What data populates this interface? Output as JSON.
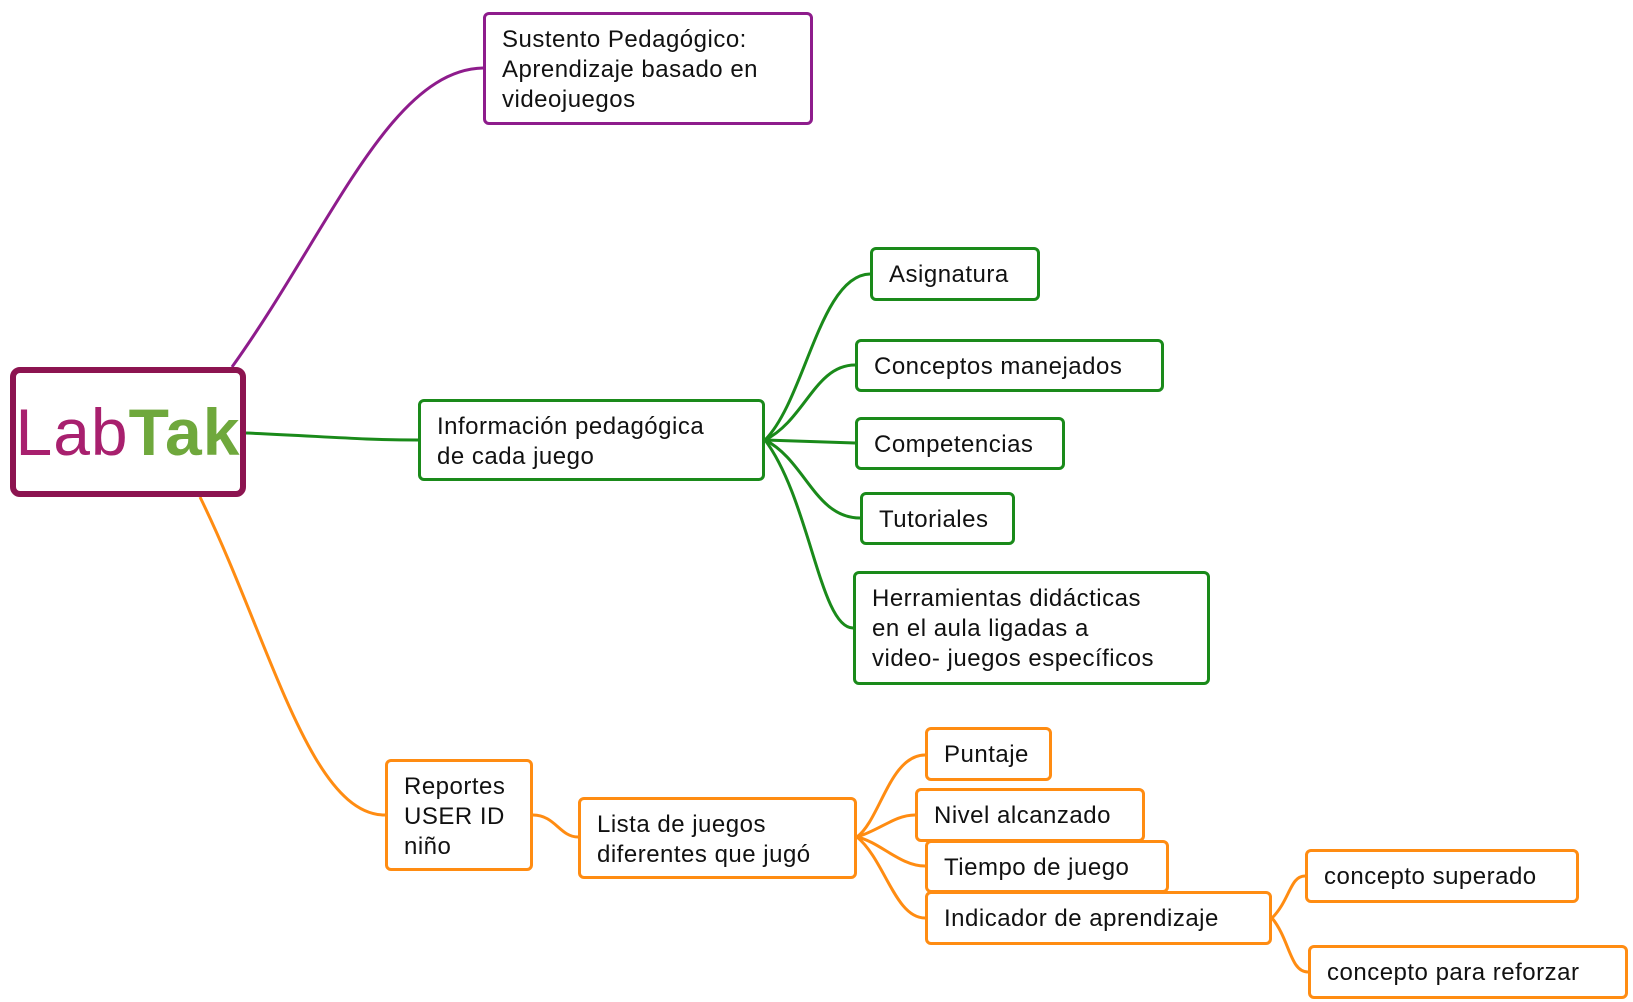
{
  "root": {
    "logo_part1": "Lab",
    "logo_part2": "Tak"
  },
  "colors": {
    "root_border": "#8c1450",
    "logo_lab": "#a8206e",
    "logo_tak": "#6fa83c",
    "purple_branch": "#8e1c8c",
    "green_branch": "#1a8a1a",
    "orange_branch": "#ff8c12"
  },
  "nodes": {
    "sustento": "Sustento Pedagógico:\nAprendizaje basado en\nvideojuegos",
    "informacion": "Información pedagógica\nde  cada juego",
    "asignatura": "Asignatura",
    "conceptos": "Conceptos manejados",
    "competencias": "Competencias",
    "tutoriales": "Tutoriales",
    "herramientas": "Herramientas didácticas\nen el aula ligadas a\nvideo- juegos específicos",
    "reportes": "Reportes\nUSER ID\nniño",
    "lista": "Lista de juegos\ndiferentes que jugó",
    "puntaje": "Puntaje",
    "nivel": "Nivel alcanzado",
    "tiempo": "Tiempo de juego",
    "indicador": "Indicador de aprendizaje",
    "superado": "concepto superado",
    "reforzar": "concepto para reforzar"
  }
}
